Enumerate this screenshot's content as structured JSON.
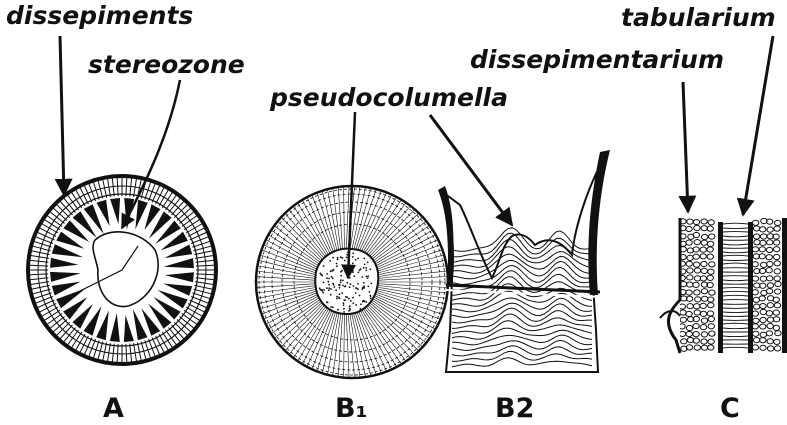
{
  "labels": {
    "dissepiments": "dissepiments",
    "stereozone": "stereozone",
    "pseudocolumella": "pseudocolumella",
    "dissepimentarium": "dissepimentarium",
    "tabularium": "tabularium"
  },
  "captions": {
    "a": "A",
    "b1": "B₁",
    "b2": "B2",
    "c": "C"
  },
  "colors": {
    "ink": "#111111",
    "paper": "#ffffff"
  }
}
